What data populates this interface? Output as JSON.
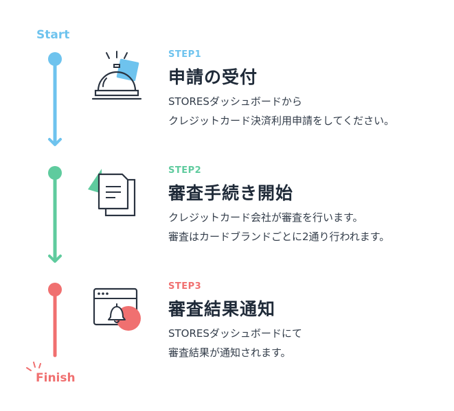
{
  "labels": {
    "start": "Start",
    "finish": "Finish"
  },
  "steps": [
    {
      "tag": "STEP1",
      "title": "申請の受付",
      "desc": [
        "STORESダッシュボードから",
        "クレジットカード決済利用申請をしてください。"
      ],
      "icon": "service-bell-icon",
      "color": "#6ec3ee"
    },
    {
      "tag": "STEP2",
      "title": "審査手続き開始",
      "desc": [
        "クレジットカード会社が審査を行います。",
        "審査はカードブランドごとに2通り行われます。"
      ],
      "icon": "documents-icon",
      "color": "#5fcb9e"
    },
    {
      "tag": "STEP3",
      "title": "審査結果通知",
      "desc": [
        "STORESダッシュボードにて",
        "審査結果が通知されます。"
      ],
      "icon": "browser-bell-icon",
      "color": "#f07070"
    }
  ],
  "colors": {
    "text": "#1f2a38",
    "blue": "#6ec3ee",
    "green": "#5fcb9e",
    "red": "#f07070"
  }
}
